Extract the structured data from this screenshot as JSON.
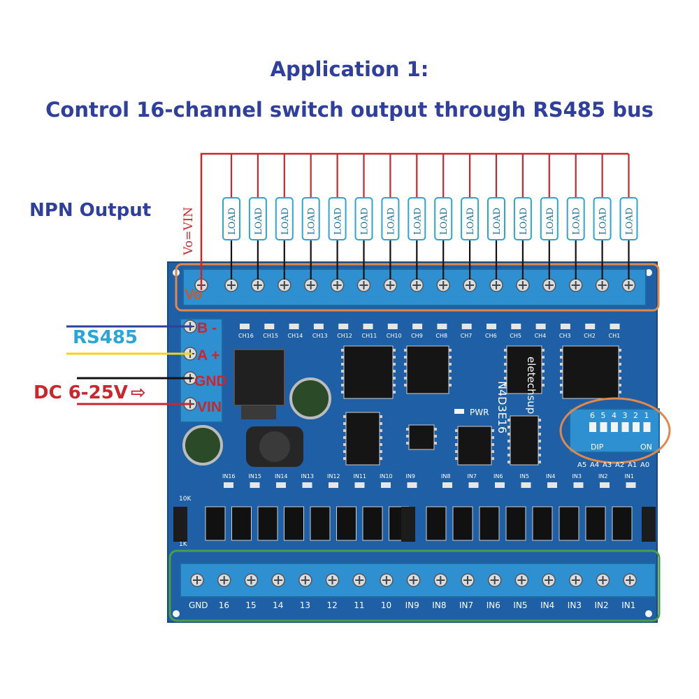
{
  "titles": {
    "line1": "Application 1:",
    "line2": "Control 16-channel switch output through RS485 bus"
  },
  "labels": {
    "npn_output": "NPN Output",
    "rs485": "RS485",
    "dc_supply": "DC 6-25V",
    "vo_vin": "Vo=VIN"
  },
  "load_label": "LOAD",
  "load_count": 16,
  "terminals": {
    "vo": "Vo",
    "b": "B -",
    "a": "A +",
    "gnd": "GND",
    "vin": "VIN"
  },
  "board": {
    "model": "N4D3E16",
    "brand": "eletechsup",
    "pwr_label": "PWR",
    "dip_label": "DIP",
    "on_label": "ON",
    "channel_labels": [
      "CH16",
      "CH15",
      "CH14",
      "CH13",
      "CH12",
      "CH11",
      "CH10",
      "CH9",
      "CH8",
      "CH7",
      "CH6",
      "CH5",
      "CH4",
      "CH3",
      "CH2",
      "CH1"
    ],
    "input_labels": [
      "IN16",
      "IN15",
      "IN14",
      "IN13",
      "IN12",
      "IN11",
      "IN10",
      "IN9",
      "IN8",
      "IN7",
      "IN6",
      "IN5",
      "IN4",
      "IN3",
      "IN2",
      "IN1"
    ],
    "bottom_terminal_labels": [
      "GND",
      "16",
      "15",
      "14",
      "13",
      "12",
      "11",
      "10",
      "IN9",
      "IN8",
      "IN7",
      "IN6",
      "IN5",
      "IN4",
      "IN3",
      "IN2",
      "IN1"
    ],
    "dip_numbers": [
      "6",
      "5",
      "4",
      "3",
      "2",
      "1"
    ],
    "address_labels": [
      "A5",
      "A4",
      "A3",
      "A2",
      "A1",
      "A0"
    ],
    "resistor_labels": [
      "10K",
      "1K"
    ]
  },
  "colors": {
    "title": "#2f3f9e",
    "rs485": "#2aa6d6",
    "dc": "#c8272d",
    "wire_red": "#c8272d",
    "wire_blue": "#2f3f9e",
    "wire_yellow": "#f2d21c",
    "pcb": "#1f5fa6",
    "terminal_block": "#2e8fd1",
    "highlight_orange": "#e0894a",
    "highlight_green": "#4a9e4a"
  }
}
